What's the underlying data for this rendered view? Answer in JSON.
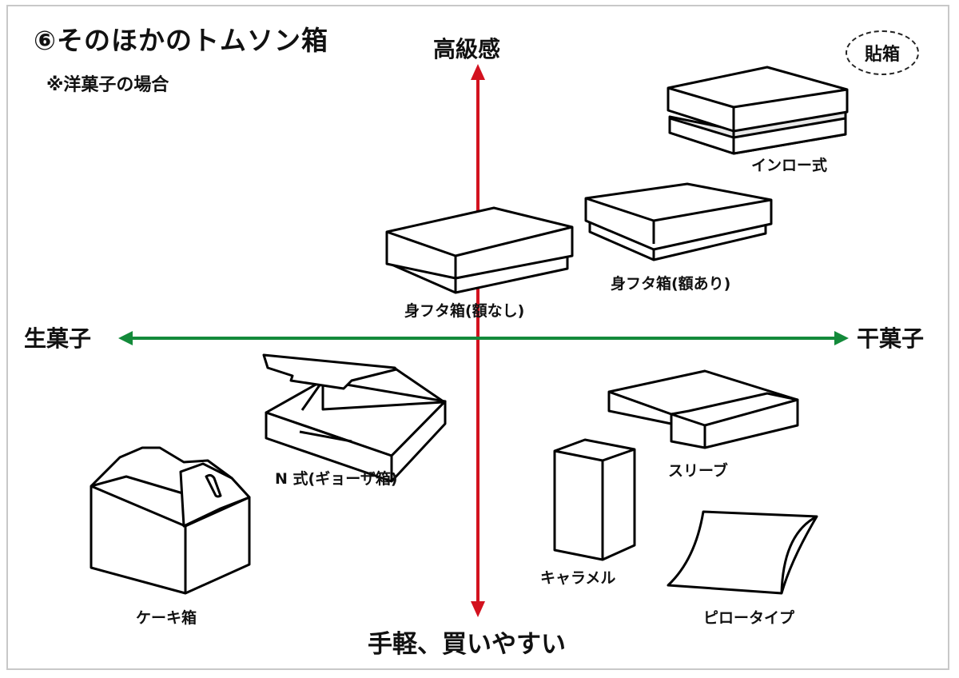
{
  "title": "⑥そのほかのトムソン箱",
  "subtitle": "※洋菓子の場合",
  "badge": "貼箱",
  "axes": {
    "top": "高級感",
    "bottom": "手軽、買いやすい",
    "left": "生菓子",
    "right": "干菓子",
    "vertical_color": "#d3121f",
    "horizontal_color": "#138a3a"
  },
  "boxes": [
    {
      "id": "inro",
      "label": "インロー式"
    },
    {
      "id": "mifuta-gaku-ari",
      "label": "身フタ箱(額あり)"
    },
    {
      "id": "mifuta-gaku-nashi",
      "label": "身フタ箱(額なし)"
    },
    {
      "id": "n-shiki",
      "label": "N 式(ギョーザ箱)"
    },
    {
      "id": "cake",
      "label": "ケーキ箱"
    },
    {
      "id": "sleeve",
      "label": "スリーブ"
    },
    {
      "id": "caramel",
      "label": "キャラメル"
    },
    {
      "id": "pillow",
      "label": "ピロータイプ"
    }
  ]
}
